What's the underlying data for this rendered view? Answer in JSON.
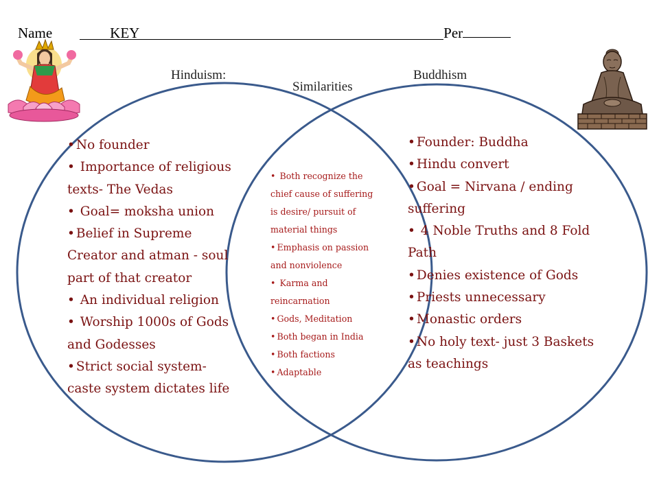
{
  "header": {
    "name_label": "Name",
    "name_value": "KEY",
    "per_label": "Per"
  },
  "labels": {
    "left": "Hinduism:",
    "middle": "Similarities",
    "right": "Buddhism"
  },
  "colors": {
    "circle_stroke": "#3a5a8c",
    "text_dark_red": "#7a1212",
    "text_red": "#a61a1a"
  },
  "hinduism": [
    "No founder",
    " Importance of religious texts- The Vedas",
    " Goal= moksha union",
    "Belief in Supreme Creator and atman - soul part of that creator",
    " An individual religion",
    " Worship 1000s of Gods and Godesses",
    "Strict social system- caste system dictates life"
  ],
  "similarities": [
    " Both recognize the chief cause of suffering is desire/ pursuit of material things",
    "Emphasis on passion and nonviolence",
    " Karma and reincarnation",
    "Gods, Meditation",
    "Both began in India",
    "Both factions",
    "Adaptable"
  ],
  "buddhism": [
    "Founder: Buddha",
    "Hindu convert",
    "Goal = Nirvana / ending suffering",
    " 4 Noble Truths and 8 Fold Path",
    "Denies existence of Gods",
    "Priests unnecessary",
    "Monastic orders",
    "No holy text- just 3 Baskets as teachings"
  ],
  "icons": {
    "left": "lakshmi-lotus-icon",
    "right": "buddha-statue-icon"
  }
}
